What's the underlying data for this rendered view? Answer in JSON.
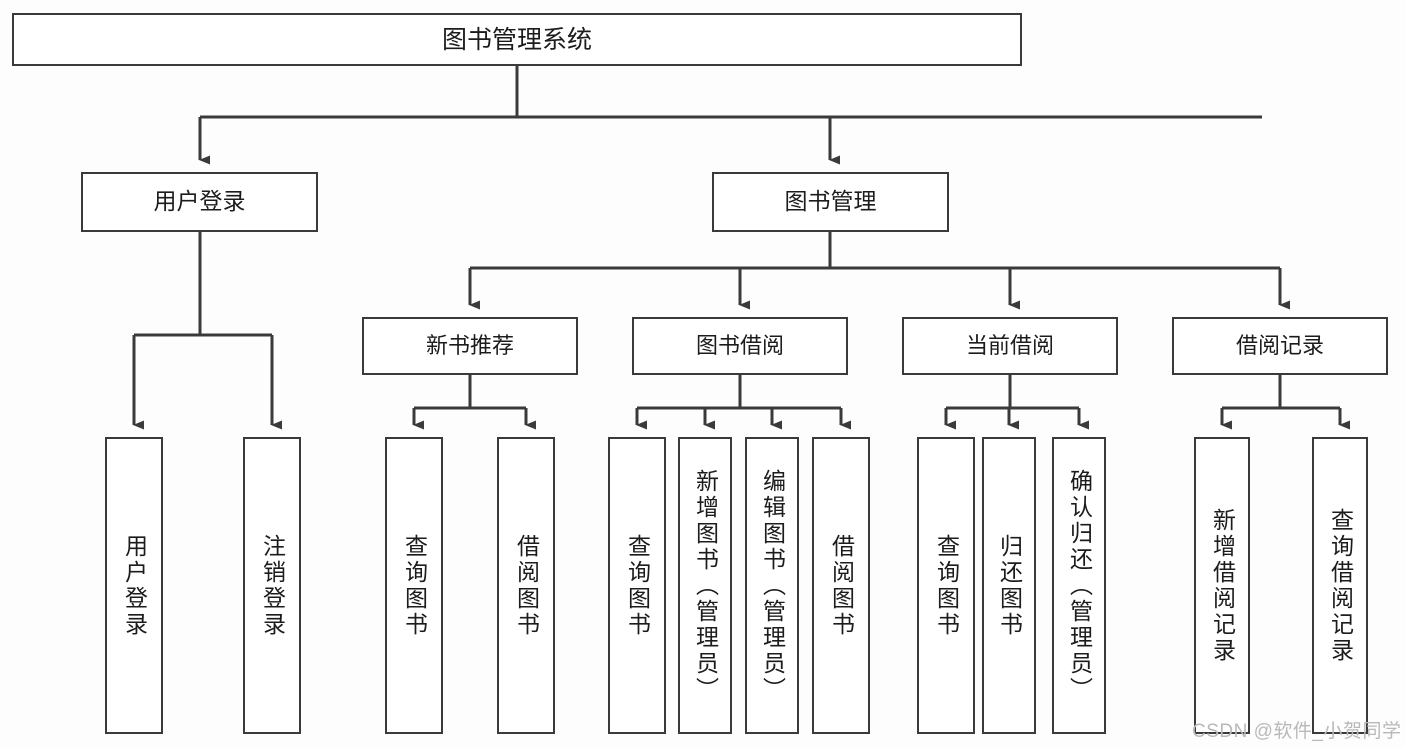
{
  "diagram": {
    "title": "图书管理系统",
    "type": "hierarchy-tree",
    "levels": 4,
    "colors": {
      "background": "#fdfdfd",
      "node_fill": "#ffffff",
      "node_border": "#3a3a3a",
      "connector": "#3a3a3a",
      "text": "#1c1c1c",
      "watermark": "#b9b9b9"
    }
  },
  "root": {
    "label": "图书管理系统"
  },
  "level1": [
    {
      "label": "用户登录"
    },
    {
      "label": "图书管理"
    }
  ],
  "level2": [
    {
      "label": "新书推荐"
    },
    {
      "label": "图书借阅"
    },
    {
      "label": "当前借阅"
    },
    {
      "label": "借阅记录"
    }
  ],
  "leaves": {
    "user_login": [
      {
        "label": "用户登录"
      },
      {
        "label": "注销登录"
      }
    ],
    "new_book_recommend": [
      {
        "label": "查询图书"
      },
      {
        "label": "借阅图书"
      }
    ],
    "book_borrow": [
      {
        "label": "查询图书"
      },
      {
        "label": "新增图书（管理员）"
      },
      {
        "label": "编辑图书（管理员）"
      },
      {
        "label": "借阅图书"
      }
    ],
    "current_borrow": [
      {
        "label": "查询图书"
      },
      {
        "label": "归还图书"
      },
      {
        "label": "确认归还（管理员）"
      }
    ],
    "borrow_record": [
      {
        "label": "新增借阅记录"
      },
      {
        "label": "查询借阅记录"
      }
    ]
  },
  "watermark": {
    "text": "CSDN @软件_小贺同学"
  }
}
